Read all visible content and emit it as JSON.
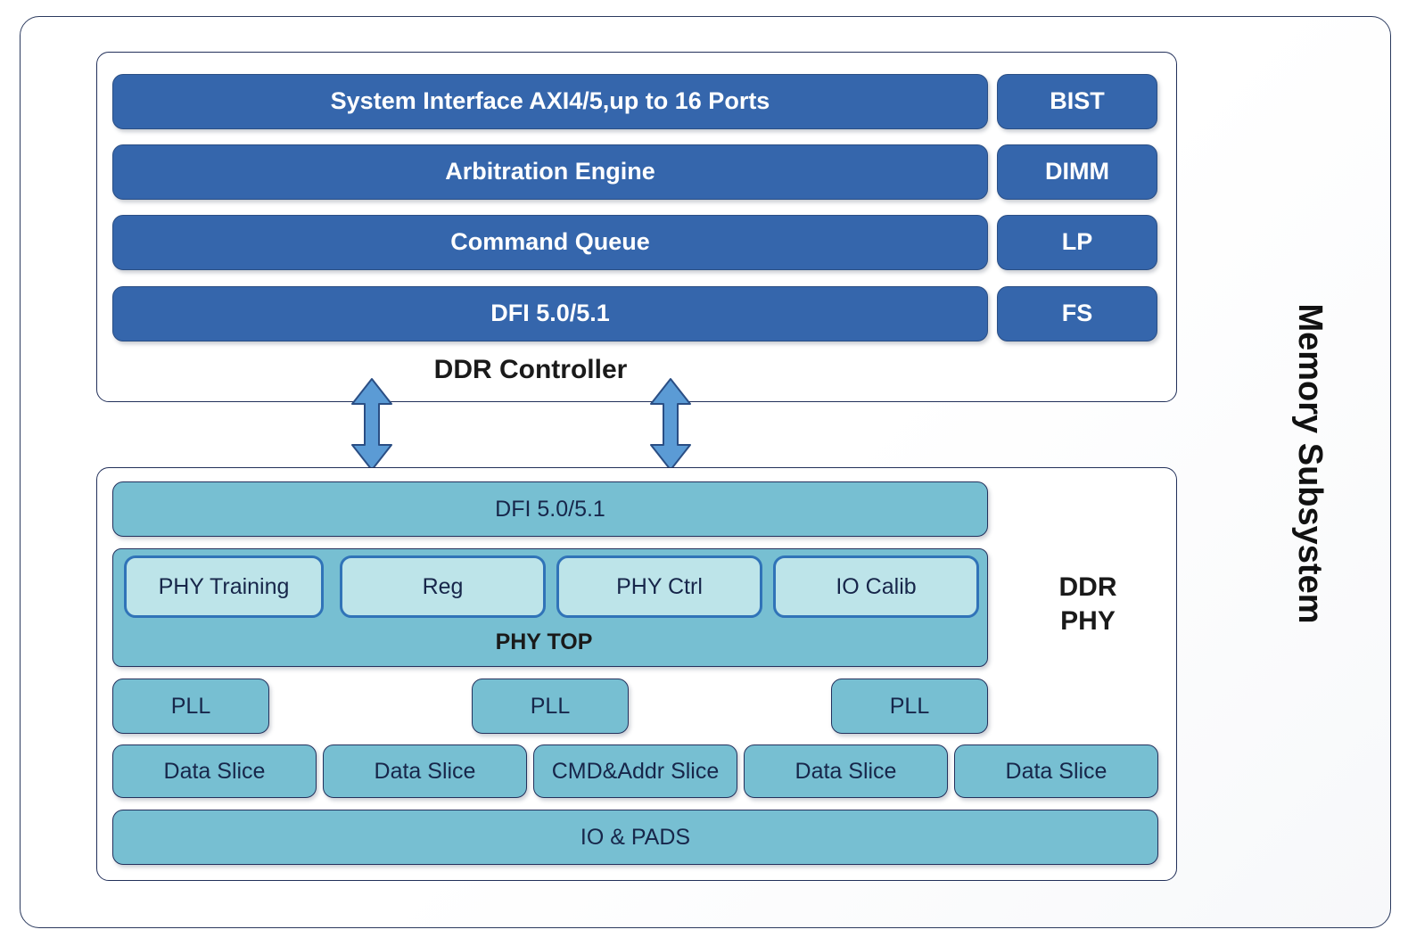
{
  "diagram": {
    "title": "Memory Subsystem",
    "side_label": "Memory Subsystem",
    "colors": {
      "controller_block": "#3566AC",
      "phy_block": "#77BFD2",
      "phy_subblock": "#BDE4E9",
      "phy_subblock_border": "#3073B8",
      "arrow_fill": "#5B9BD5",
      "arrow_border": "#2A4E84",
      "frame_border": "#22305A",
      "page_background": "#FFFFFF"
    }
  },
  "controller": {
    "label": "DDR Controller",
    "main_blocks": [
      {
        "label": "System Interface AXI4/5,up to 16 Ports"
      },
      {
        "label": "Arbitration Engine"
      },
      {
        "label": "Command Queue"
      },
      {
        "label": "DFI 5.0/5.1"
      }
    ],
    "side_blocks": [
      {
        "label": "BIST"
      },
      {
        "label": "DIMM"
      },
      {
        "label": "LP"
      },
      {
        "label": "FS"
      }
    ]
  },
  "phy": {
    "label": "DDR\nPHY",
    "dfi_block": {
      "label": "DFI 5.0/5.1"
    },
    "phy_top": {
      "label": "PHY TOP",
      "sub_blocks": [
        {
          "label": "PHY Training"
        },
        {
          "label": "Reg"
        },
        {
          "label": "PHY Ctrl"
        },
        {
          "label": "IO Calib"
        }
      ]
    },
    "pll_blocks": [
      {
        "label": "PLL"
      },
      {
        "label": "PLL"
      },
      {
        "label": "PLL"
      }
    ],
    "slice_blocks": [
      {
        "label": "Data Slice"
      },
      {
        "label": "Data Slice"
      },
      {
        "label": "CMD&Addr Slice"
      },
      {
        "label": "Data Slice"
      },
      {
        "label": "Data Slice"
      }
    ],
    "io_pads": {
      "label": "IO & PADS"
    }
  },
  "connectors": [
    {
      "name": "controller-to-phy-left",
      "type": "double-headed-vertical-arrow"
    },
    {
      "name": "controller-to-phy-right",
      "type": "double-headed-vertical-arrow"
    }
  ]
}
